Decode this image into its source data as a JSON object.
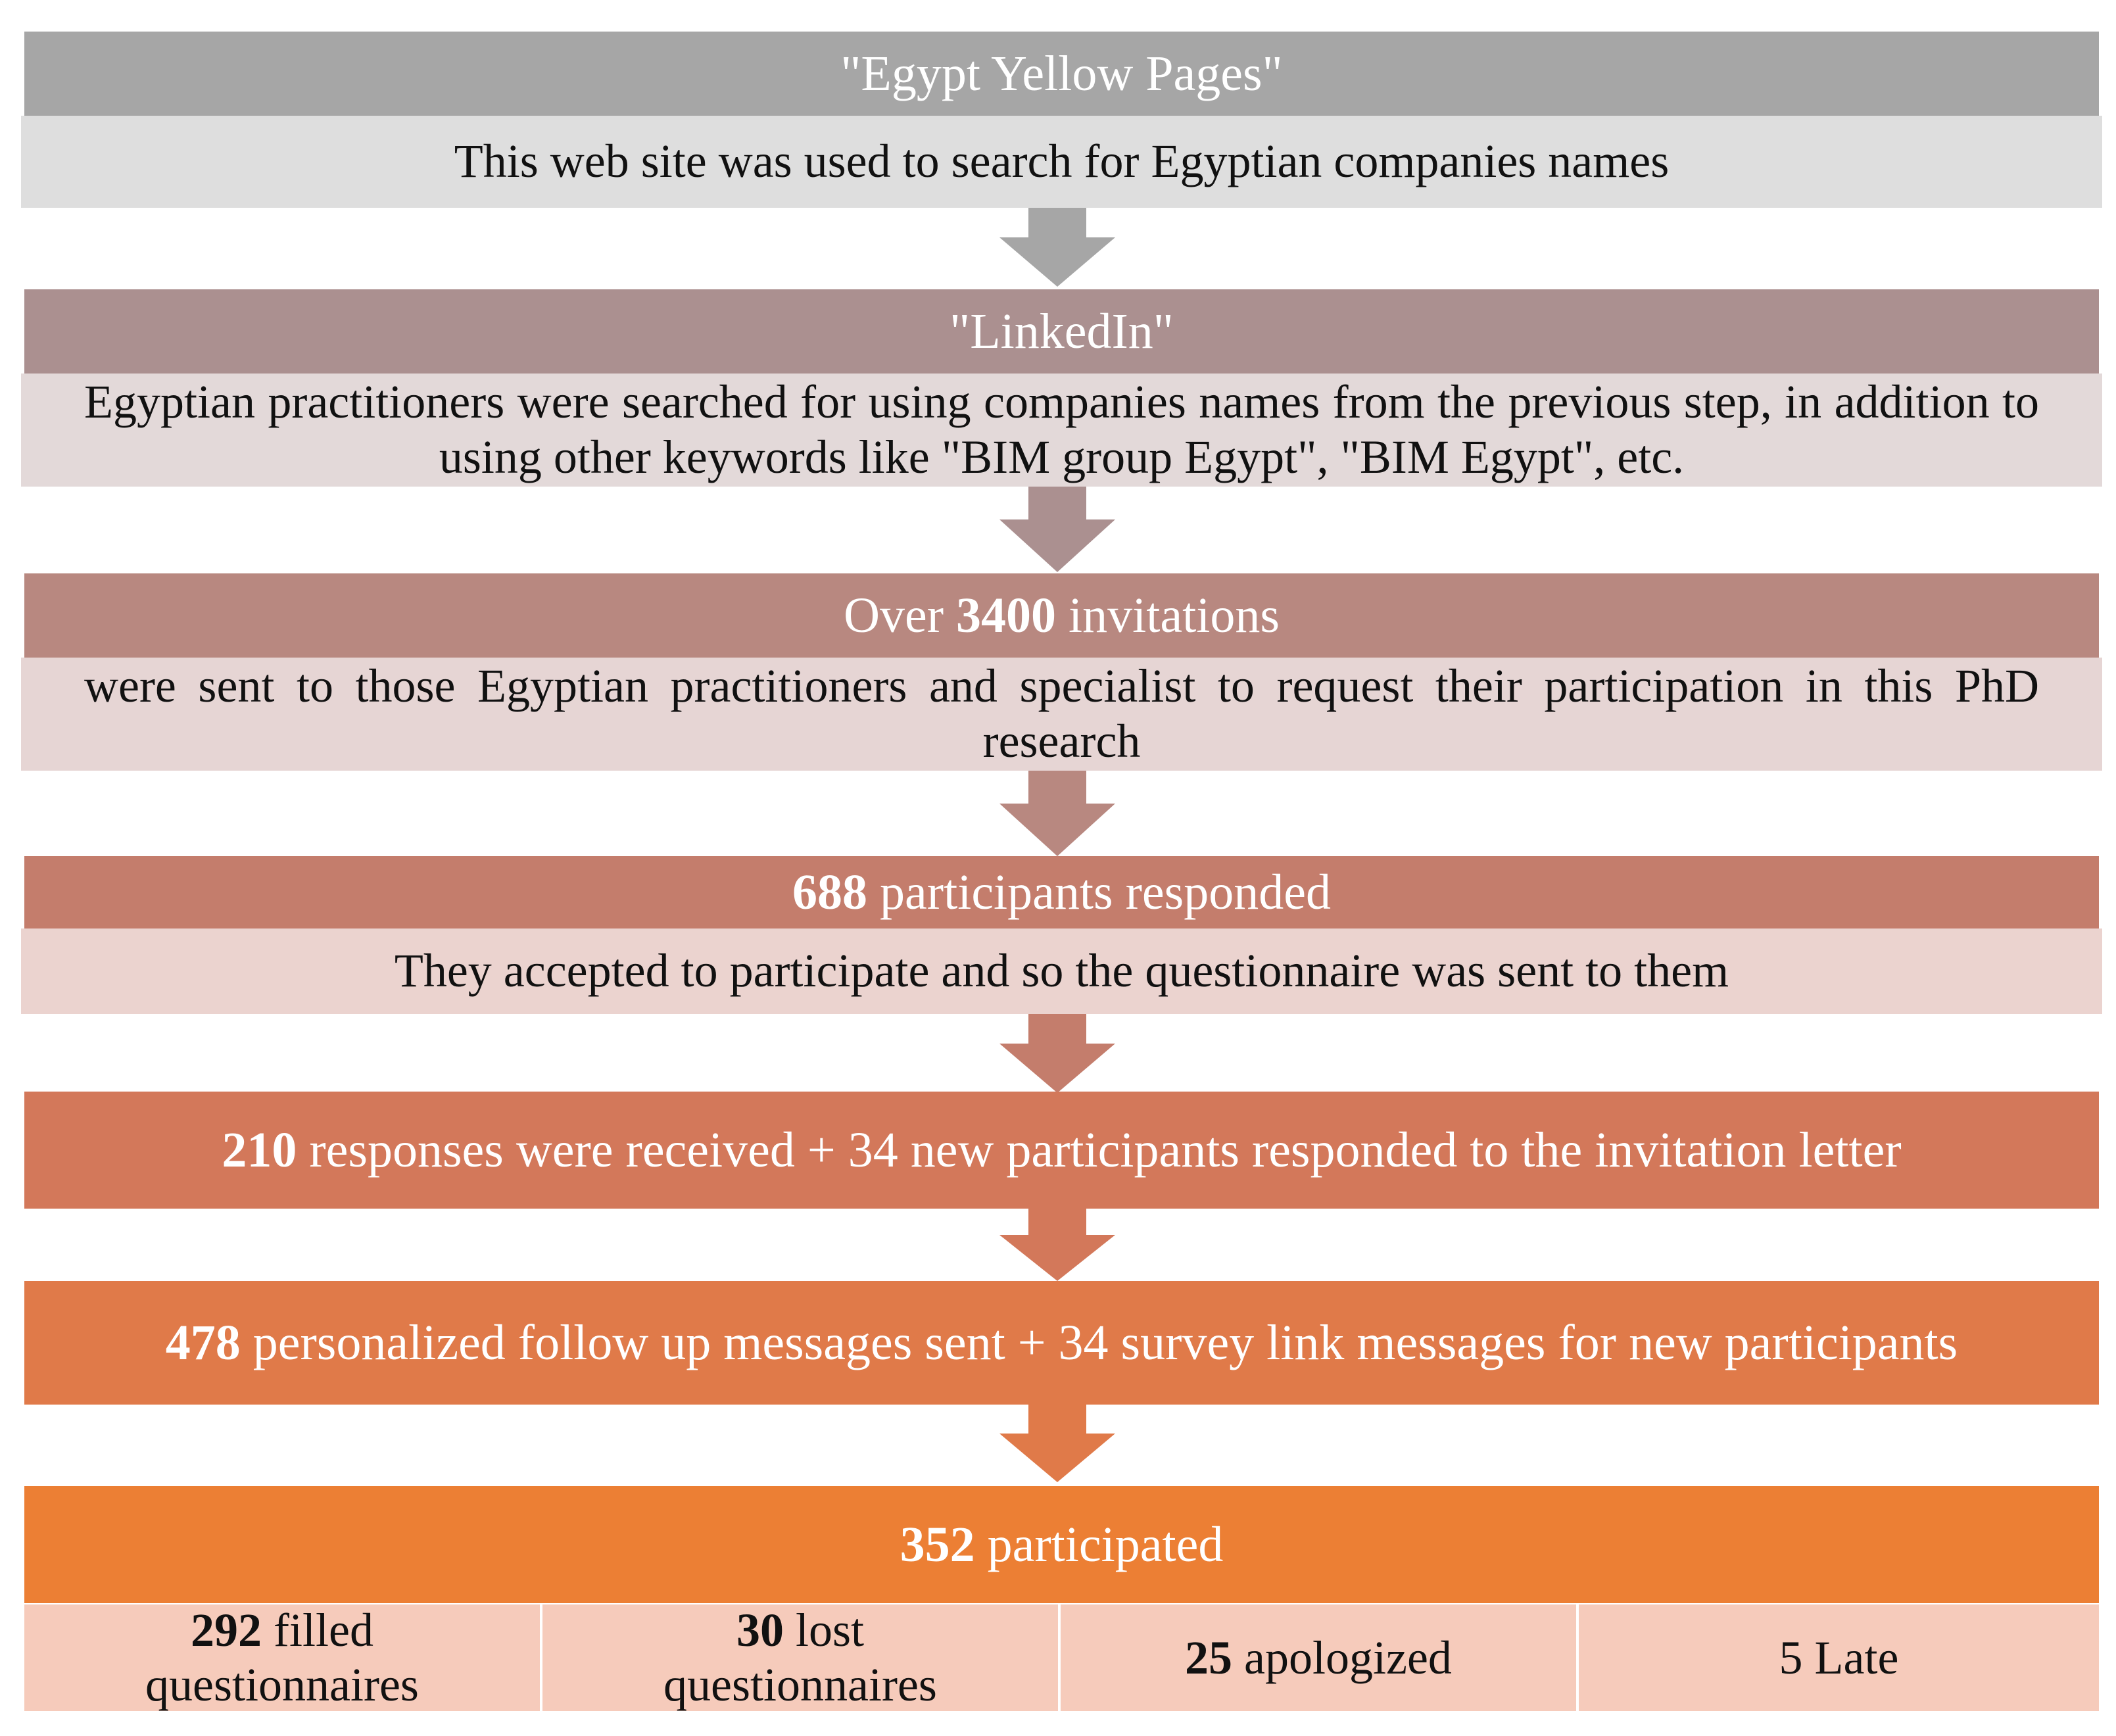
{
  "steps": [
    {
      "title": "\"Egypt  Yellow Pages\"",
      "detail": "This web site was used to search for Egyptian companies names",
      "colors": {
        "header": "#a6a6a6",
        "detail": "#dedede",
        "arrow": "#a6a6a6"
      }
    },
    {
      "title": "\"LinkedIn\"",
      "detail": "Egyptian practitioners were searched for using companies names from the previous step, in addition to using other keywords like  \"BIM group Egypt\", \"BIM Egypt\", etc.",
      "colors": {
        "header": "#ab9090",
        "detail": "#e3d9d9",
        "arrow": "#ab9090"
      }
    },
    {
      "title_prefix": "Over ",
      "title_number": "3400",
      "title_suffix": " invitations",
      "detail": "were sent to those Egyptian practitioners and specialist to request their participation in this PhD research",
      "colors": {
        "header": "#b88880",
        "detail": "#e6d5d4",
        "arrow": "#b88880"
      }
    },
    {
      "title_number": "688",
      "title_suffix": " participants  responded",
      "detail": "They accepted to participate and so the questionnaire was sent to them",
      "colors": {
        "header": "#c47d6c",
        "detail": "#ebd3cf",
        "arrow": "#c47d6c"
      }
    },
    {
      "title_number": "210",
      "title_suffix": " responses  were received + 34 new participants  responded  to the invitation letter",
      "colors": {
        "header": "#d3785a",
        "arrow": "#d3785a"
      }
    },
    {
      "title_number": "478",
      "title_suffix": " personalized  follow up messages  sent + 34 survey  link messages  for new participants",
      "colors": {
        "header": "#e07a49",
        "arrow": "#e07a49"
      }
    },
    {
      "title_number": "352",
      "title_suffix": " participated",
      "colors": {
        "header": "#ec7f34"
      }
    }
  ],
  "outcomes": [
    {
      "number": "292",
      "label": " filled questionnaires"
    },
    {
      "number": "30",
      "label": " lost questionnaires"
    },
    {
      "number": "25",
      "label": " apologized"
    },
    {
      "number": "",
      "label": "5 Late"
    }
  ],
  "outcome_color": "#f6cbbb"
}
